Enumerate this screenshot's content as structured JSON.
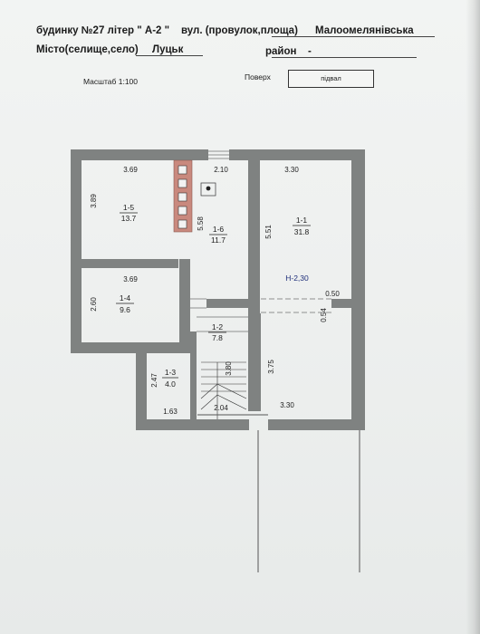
{
  "header": {
    "building_label": "будинку №27  літер \" А-2 \"",
    "street_label": "вул. (провулок,площа)",
    "street_value": "Малоомелянівська",
    "city_label": "Місто(селище,село)",
    "city_value": "Луцьк",
    "district_label": "район",
    "district_value": "-"
  },
  "meta": {
    "scale": "Масштаб 1:100",
    "floor_label": "Поверх",
    "floor_value": "підвал"
  },
  "plan": {
    "rooms": [
      {
        "num": "1-5",
        "area": "13.7"
      },
      {
        "num": "1-6",
        "area": "11.7"
      },
      {
        "num": "1-1",
        "area": "31.8"
      },
      {
        "num": "1-4",
        "area": "9.6"
      },
      {
        "num": "1-2",
        "area": "7.8"
      },
      {
        "num": "1-3",
        "area": "4.0"
      }
    ],
    "dims": [
      "3.69",
      "2.10",
      "3.30",
      "3.89",
      "5.58",
      "5.51",
      "3.69",
      "2.60",
      "0.50",
      "0.54",
      "3.80",
      "3.75",
      "2.47",
      "1.63",
      "2.04",
      "3.30"
    ],
    "height": "Н-2,30"
  }
}
